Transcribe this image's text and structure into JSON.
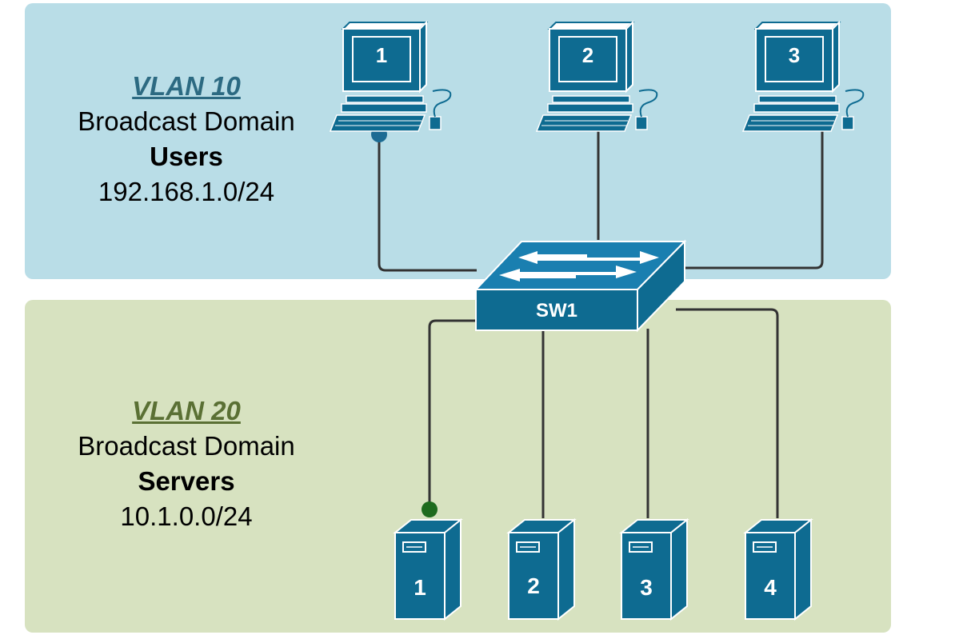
{
  "vlans": [
    {
      "title": "VLAN 10",
      "type": "Broadcast Domain",
      "name": "Users",
      "subnet": "192.168.1.0/24",
      "color": "#b9dde7",
      "title_color": "#2c6a82"
    },
    {
      "title": "VLAN 20",
      "type": "Broadcast Domain",
      "name": "Servers",
      "subnet": "10.1.0.0/24",
      "color": "#d7e2c0",
      "title_color": "#5a7034"
    }
  ],
  "switch": {
    "label": "SW1",
    "icon": "switch-icon"
  },
  "pcs": [
    {
      "label": "1",
      "icon": "desktop-pc-icon"
    },
    {
      "label": "2",
      "icon": "desktop-pc-icon"
    },
    {
      "label": "3",
      "icon": "desktop-pc-icon"
    }
  ],
  "servers": [
    {
      "label": "1",
      "icon": "server-tower-icon"
    },
    {
      "label": "2",
      "icon": "server-tower-icon"
    },
    {
      "label": "3",
      "icon": "server-tower-icon"
    },
    {
      "label": "4",
      "icon": "server-tower-icon"
    }
  ],
  "colors": {
    "device": "#0e6b91",
    "link": "#333333",
    "port_vlan10": "#1d6b93",
    "port_vlan20": "#1e6b1e"
  }
}
